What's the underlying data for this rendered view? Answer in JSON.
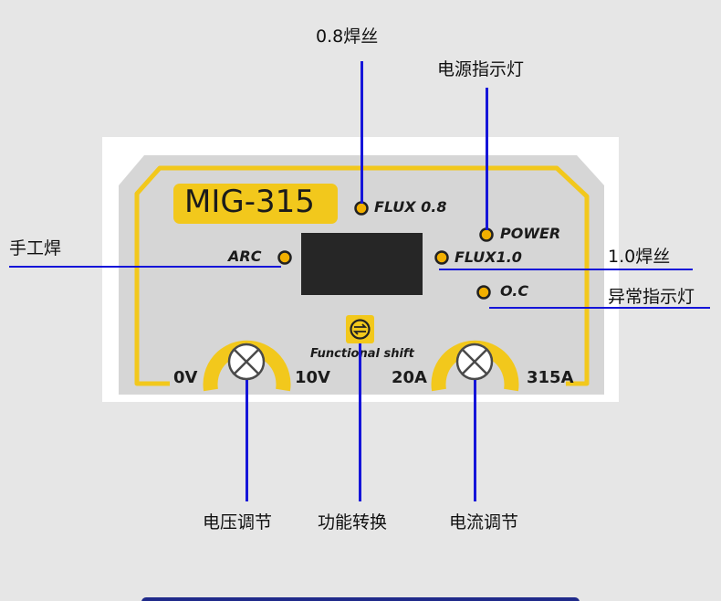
{
  "panel": {
    "model": "MIG-315",
    "indicators": {
      "flux08": "FLUX 0.8",
      "power": "POWER",
      "flux10": "FLUX1.0",
      "oc": "O.C",
      "arc": "ARC"
    },
    "function_button": "Functional shift",
    "voltage_knob": {
      "min": "0V",
      "max": "10V"
    },
    "current_knob": {
      "min": "20A",
      "max": "315A"
    }
  },
  "callouts": {
    "wire_08": "0.8焊丝",
    "power_light": "电源指示灯",
    "manual_weld": "手工焊",
    "wire_10": "1.0焊丝",
    "fault_light": "异常指示灯",
    "voltage_adjust": "电压调节",
    "function_switch": "功能转换",
    "current_adjust": "电流调节"
  },
  "colors": {
    "accent_yellow": "#f2c81c",
    "leader_blue": "#1515d9",
    "led_amber": "#f2b000",
    "display_black": "#262626",
    "panel_grey": "#d6d6d6"
  },
  "icons": [
    "led-indicator-icon",
    "function-switch-icon",
    "knob-cross-icon"
  ]
}
